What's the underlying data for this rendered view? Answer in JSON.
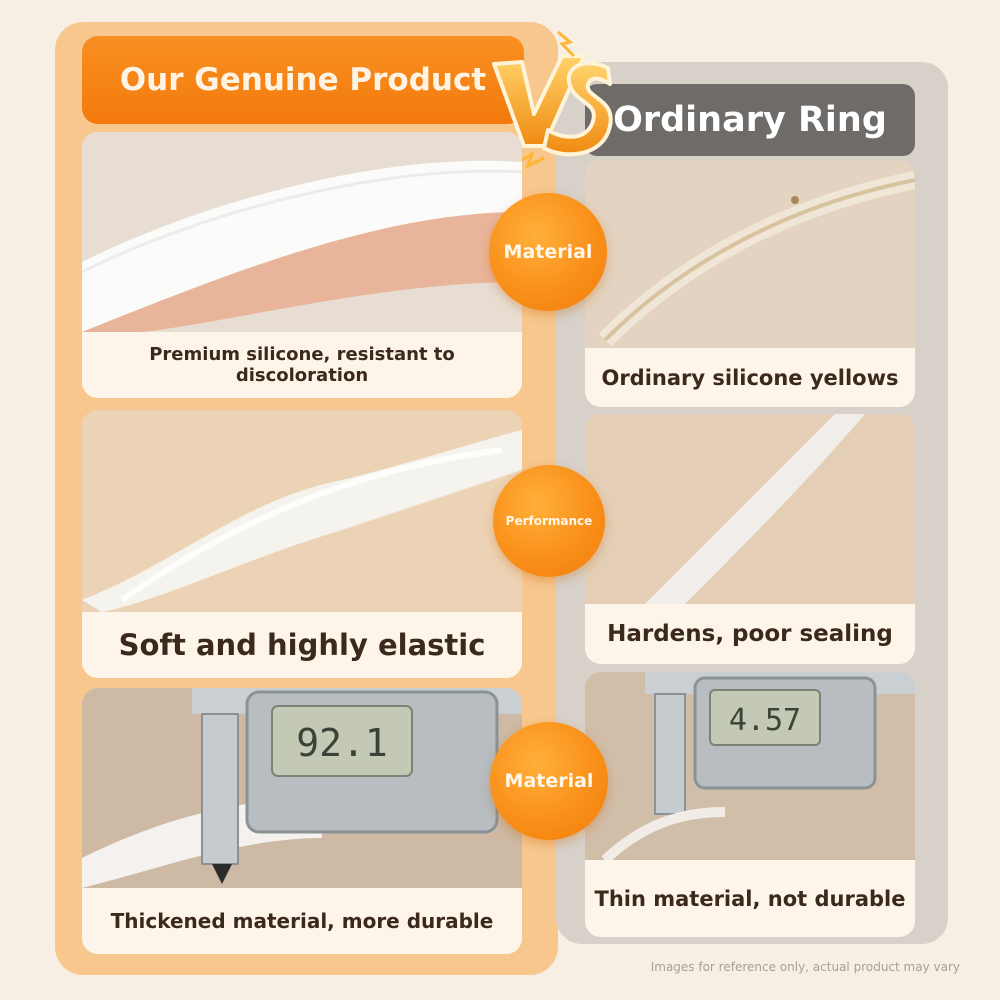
{
  "header": {
    "left_title": "Our Genuine Product",
    "vs_label": "VS",
    "right_title": "Ordinary Ring"
  },
  "genuine": {
    "cards": [
      {
        "caption": "Premium silicone, resistant to discoloration"
      },
      {
        "caption": "Soft and highly elastic"
      },
      {
        "caption": "Thickened material, more durable",
        "caliper_reading": "92.1"
      }
    ]
  },
  "ordinary": {
    "cards": [
      {
        "caption": "Ordinary silicone yellows"
      },
      {
        "caption": "Hardens, poor sealing"
      },
      {
        "caption": "Thin material, not durable",
        "caliper_reading": "4.57"
      }
    ]
  },
  "badges": [
    "Material",
    "Performance",
    "Material"
  ],
  "footnote": "Images for reference only, actual product may vary",
  "colors": {
    "accent_orange": "#f7860f",
    "panel_left": "#f7c78e",
    "panel_right": "#d7d1c9",
    "header_right": "#6e6b68",
    "text_dark": "#3b2a1c"
  }
}
